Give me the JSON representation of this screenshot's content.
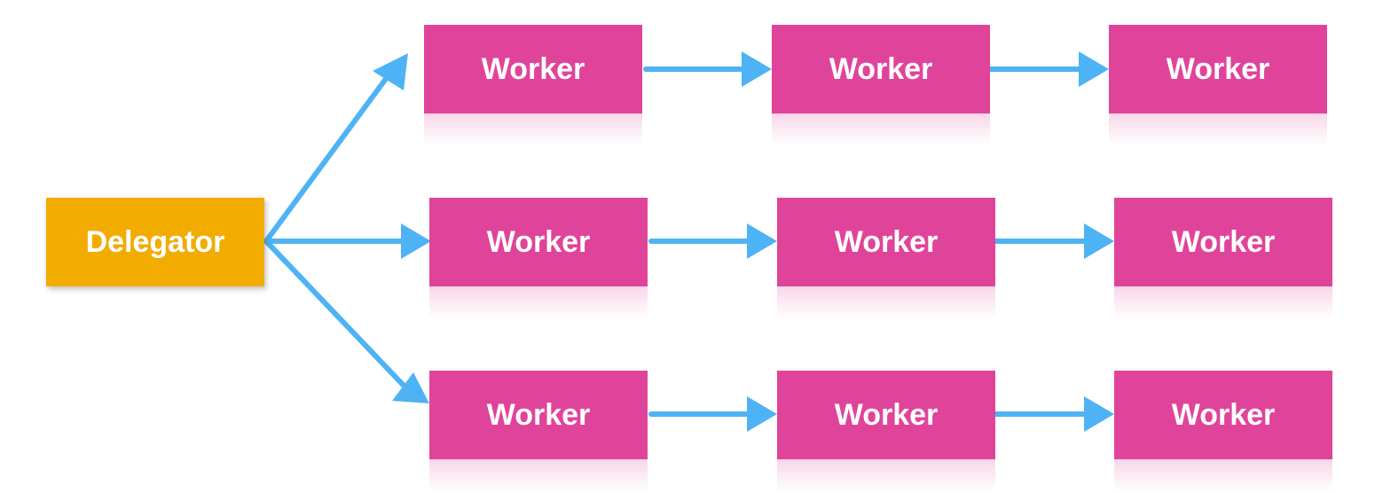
{
  "delegator": {
    "label": "Delegator",
    "color": "#f2ac00"
  },
  "workers": {
    "color": "#e0449a",
    "rows": [
      [
        "Worker",
        "Worker",
        "Worker"
      ],
      [
        "Worker",
        "Worker",
        "Worker"
      ],
      [
        "Worker",
        "Worker",
        "Worker"
      ]
    ]
  },
  "arrows": {
    "color": "#4db3f5"
  }
}
